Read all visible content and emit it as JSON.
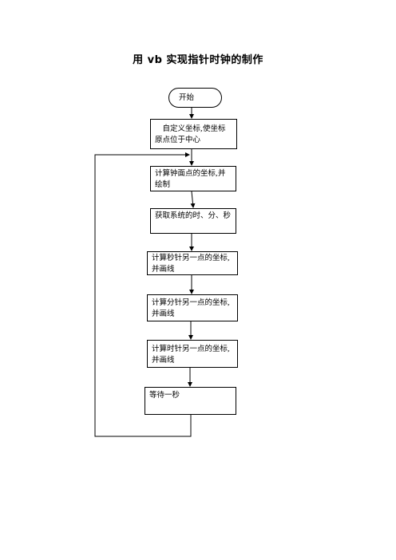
{
  "title": "用 vb 实现指针时钟的制作",
  "flowchart": {
    "start": "开始",
    "steps": [
      "　自定义坐标,使坐标原点位于中心",
      "计算钟面点的坐标,并绘制",
      "获取系统的时、分、秒",
      "计算秒针另一点的坐标,并画线",
      "计算分针另一点的坐标,并画线",
      "计算时针另一点的坐标,并画线",
      "等待一秒"
    ]
  }
}
